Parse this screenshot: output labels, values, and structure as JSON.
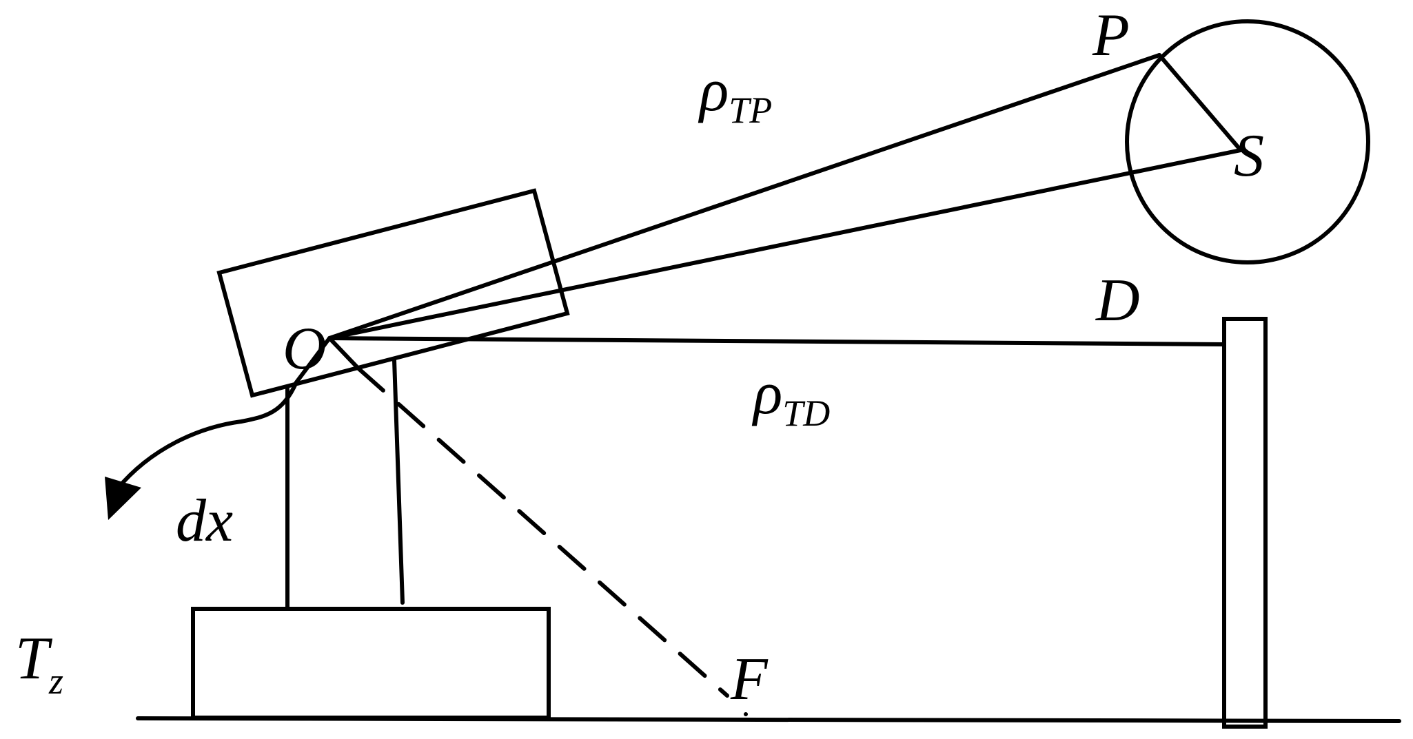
{
  "labels": {
    "P": "P",
    "S": "S",
    "O": "O",
    "D": "D",
    "F": "F",
    "rho_tp_symbol": "ρ",
    "rho_tp_sub": "TP",
    "rho_td_symbol": "ρ",
    "rho_td_sub": "TD",
    "dx": "dx",
    "tz_main": "T",
    "tz_sub": "z"
  },
  "colors": {
    "ink": "#000000",
    "background": "#ffffff"
  }
}
